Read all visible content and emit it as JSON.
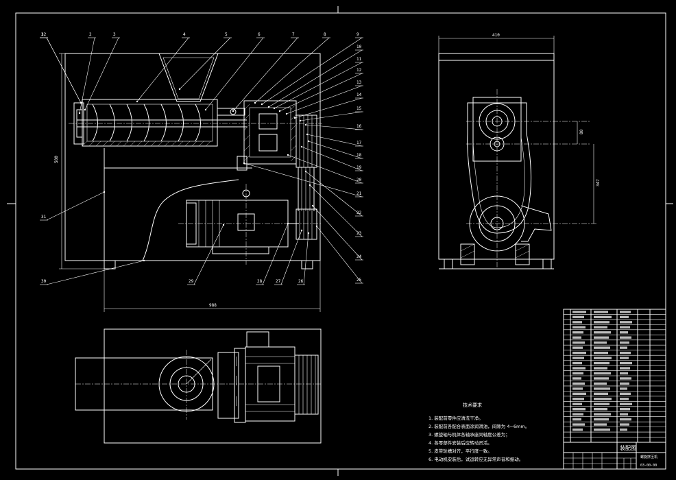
{
  "balloons": [
    "1",
    "2",
    "3",
    "4",
    "5",
    "6",
    "7",
    "8",
    "9",
    "10",
    "11",
    "12",
    "13",
    "14",
    "15",
    "16",
    "17",
    "18",
    "19",
    "20",
    "21",
    "22",
    "23",
    "24",
    "25",
    "26",
    "27",
    "28",
    "29",
    "30",
    "31",
    "32"
  ],
  "dimensions": {
    "front_width": "988",
    "front_height": "580",
    "side_width": "410",
    "side_center_offset": "80",
    "side_belt_center": "347"
  },
  "tech_requirements": {
    "title": "技术要求",
    "items": [
      "1. 装配前零件应清洗干净。",
      "2. 装配前各配合表面涂润滑油，间隙为 4~6mm。",
      "3. 螺旋轴与机体各轴承座同轴度公差为；",
      "4. 各零部件安装后应转动灵活。",
      "5. 皮带轮槽对齐，平行度一致。",
      "6. 电动机安装后，试运转应无异常声音和振动。"
    ]
  },
  "title_block": {
    "drawing_name": "装配图",
    "machine_name": "螺旋挤压机",
    "drawing_number": "03-00-00"
  }
}
